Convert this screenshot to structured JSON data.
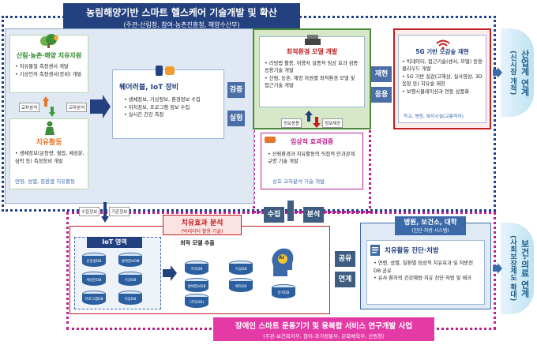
{
  "header": {
    "title": "농림해양기반 스마트 헬스케어 기술개발 및 확산",
    "subtitle": "(주관-산림청, 참여-농촌진흥청, 해양수산부)"
  },
  "resource": {
    "title": "산림·농촌·해양 치유자원",
    "items": [
      "치유물질 측정센서 개발",
      "기상인자 측정센서(장비) 개발"
    ]
  },
  "exchange_label_left": "교차분석",
  "exchange_label_right": "교차분석",
  "activity": {
    "title": "치유활동",
    "items": [
      "생체정보(운동량, 혈압, 체성분, 심박 등) 측정장비 개발"
    ],
    "footer": "연령, 성별, 질환별 치유활동"
  },
  "wearable": {
    "title": "웨어러블, IoT 장비",
    "items": [
      "생체정보, 기상정보, 환경정보 수집",
      "위치정보, 프로그램 정보 수집",
      "실시간 건강 측정"
    ]
  },
  "flow_labels": {
    "verify": "검증",
    "demo": "실험",
    "reproduce": "재현",
    "apply": "응용",
    "collect": "수집",
    "analysis": "분석",
    "share": "공유",
    "link": "연계"
  },
  "optimal_model": {
    "title": "최적환경 모델 개발",
    "items": [
      "리빙랩 활용, 이용자 실증적 임상 효과 검증·응용기술 개발",
      "산림, 농촌, 해양 자원별 최적환경 모델 및 접근기술 개발"
    ],
    "tag_left": "정보응용",
    "tag_right": "정보제공"
  },
  "clinical": {
    "title": "임상적 효과검증",
    "items": [
      "산림환경과 치유활동의 직접적 인과관계 규명 기술 개발"
    ],
    "footer": "상호 교차분석 기술 개발"
  },
  "g5": {
    "title": "5G 기반 오감숲 재현",
    "items": [
      "빅데이터, 접근기술(센서, 모델) 응용·클라우드 개발",
      "5G 기반 실감(고해상, 실사영상, 3D음향 등) 치유숲 재현",
      "보행시뮬레이션과 연동 상품화"
    ],
    "footer": "학교, 병원, 복지시설(교통약자)"
  },
  "right_top": {
    "line1": "산업계 연계",
    "line2": "(신시장 개척)"
  },
  "right_bottom": {
    "line1": "보건·의료 연계",
    "line2": "(사회보장제도 확대)"
  },
  "small_tags": {
    "collect_info": "수집정보",
    "base_info": "기준정보"
  },
  "analysis": {
    "title": "치유효과 분석",
    "subtitle": "(빅데이터 활용 기술)",
    "iot_area": "IoT 영역",
    "model_extract": "최적 모델 추출",
    "db_labels": [
      "운동량DB",
      "생체정보DB",
      "체성분DB",
      "기상DB",
      "프로그램DB",
      "이용DB"
    ],
    "db_mid": [
      "치유DB",
      "생체정보DB",
      "(치유DB)",
      "기상DB",
      "예측DB"
    ],
    "ai": "AI",
    "ai_db": "분석DB"
  },
  "hospital": {
    "title": "병원, 보건소, 대학",
    "subtitle": "(진단·처방 시스템)",
    "box_title": "치유활동 진단·처방",
    "items": [
      "연령, 성별, 질환별 임상적 치유효과 및 처방전 DB 공유",
      "유사 환자의 건강예방·치유 진단·처방 및 체크"
    ]
  },
  "footer": {
    "title": "장애인 스마트 운동기기 및 융복합 서비스 연구개발 사업",
    "subtitle": "(주관-보건복지부, 참여-과기정통부, 문화체육부, 산림청)"
  },
  "colors": {
    "navy": "#23407f",
    "magenta": "#c0208f",
    "green": "#2e8a2e",
    "red": "#c0201f"
  }
}
